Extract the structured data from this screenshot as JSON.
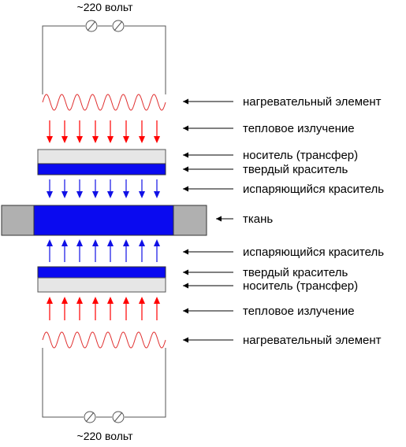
{
  "power": {
    "top_label": "~220 вольт",
    "bottom_label": "~220 вольт"
  },
  "labels": {
    "heater_top": "нагревательный элемент",
    "heat_top": "тепловое излучение",
    "carrier_top": "носитель (трансфер)",
    "dye_top": "твердый краситель",
    "vapor_top": "испаряющийся краситель",
    "fabric": "ткань",
    "vapor_bottom": "испаряющийся краситель",
    "dye_bottom": "твердый краситель",
    "carrier_bottom": "носитель (трансфер)",
    "heat_bottom": "тепловое излучение",
    "heater_bottom": "нагревательный элемент"
  },
  "colors": {
    "heater_coil": "#e03030",
    "heat_arrow": "#ff0000",
    "dye_blue": "#0a0af0",
    "vapor_arrow": "#1010e6",
    "carrier_gray": "#e6e6e6",
    "fabric_side_gray": "#b0b0b0",
    "line": "#555555"
  }
}
